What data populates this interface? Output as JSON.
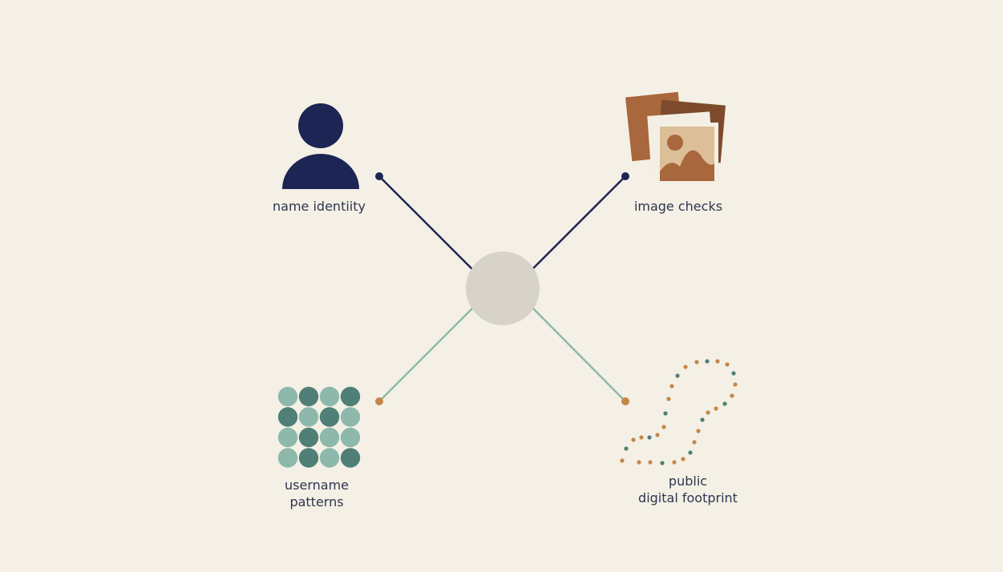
{
  "nodes": {
    "name_identity": {
      "label": "name identiity",
      "icon": "person-icon"
    },
    "image_checks": {
      "label": "image checks",
      "icon": "photo-stack-icon"
    },
    "username_patterns": {
      "label_line1": "username",
      "label_line2": "patterns",
      "icon": "dot-grid-icon"
    },
    "digital_footprint": {
      "label_line1": "public",
      "label_line2": "digital footprint",
      "icon": "dotted-path-icon"
    }
  },
  "colors": {
    "background": "#f4f0e5",
    "navy": "#1c2553",
    "teal": "#8db8ab",
    "teal_dark": "#4f7f77",
    "orange": "#c5864a",
    "hub": "#d7d3cb",
    "photo_brown": "#a8673c",
    "photo_dark": "#7d4b2c",
    "photo_light": "#dcbf98"
  }
}
